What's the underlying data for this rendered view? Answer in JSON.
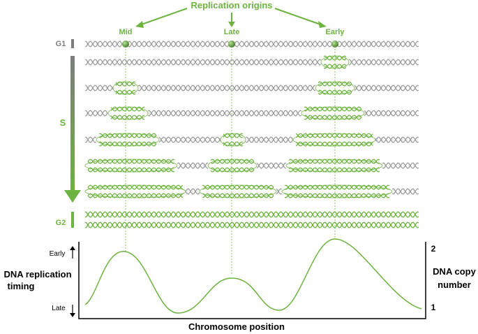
{
  "header": {
    "title": "Replication origins"
  },
  "origins": [
    {
      "label": "Mid",
      "timing": "mid"
    },
    {
      "label": "Late",
      "timing": "late"
    },
    {
      "label": "Early",
      "timing": "early"
    }
  ],
  "phases": {
    "g1": "G1",
    "s": "S",
    "g2": "G2"
  },
  "plot": {
    "y_left_label_line1": "DNA replication",
    "y_left_label_line2": "timing",
    "y_left_top_tick": "Early",
    "y_left_bottom_tick": "Late",
    "y_right_label_line1": "DNA copy",
    "y_right_label_line2": "number",
    "y_right_top_tick": "2",
    "y_right_bottom_tick": "1",
    "x_label": "Chromosome position"
  },
  "colors": {
    "accent_green": "#6db33f",
    "light_green": "#8cc466",
    "dna_gray": "#9a9a9a",
    "arrow_gray": "#7d7d7d",
    "text_dark": "#000000"
  }
}
